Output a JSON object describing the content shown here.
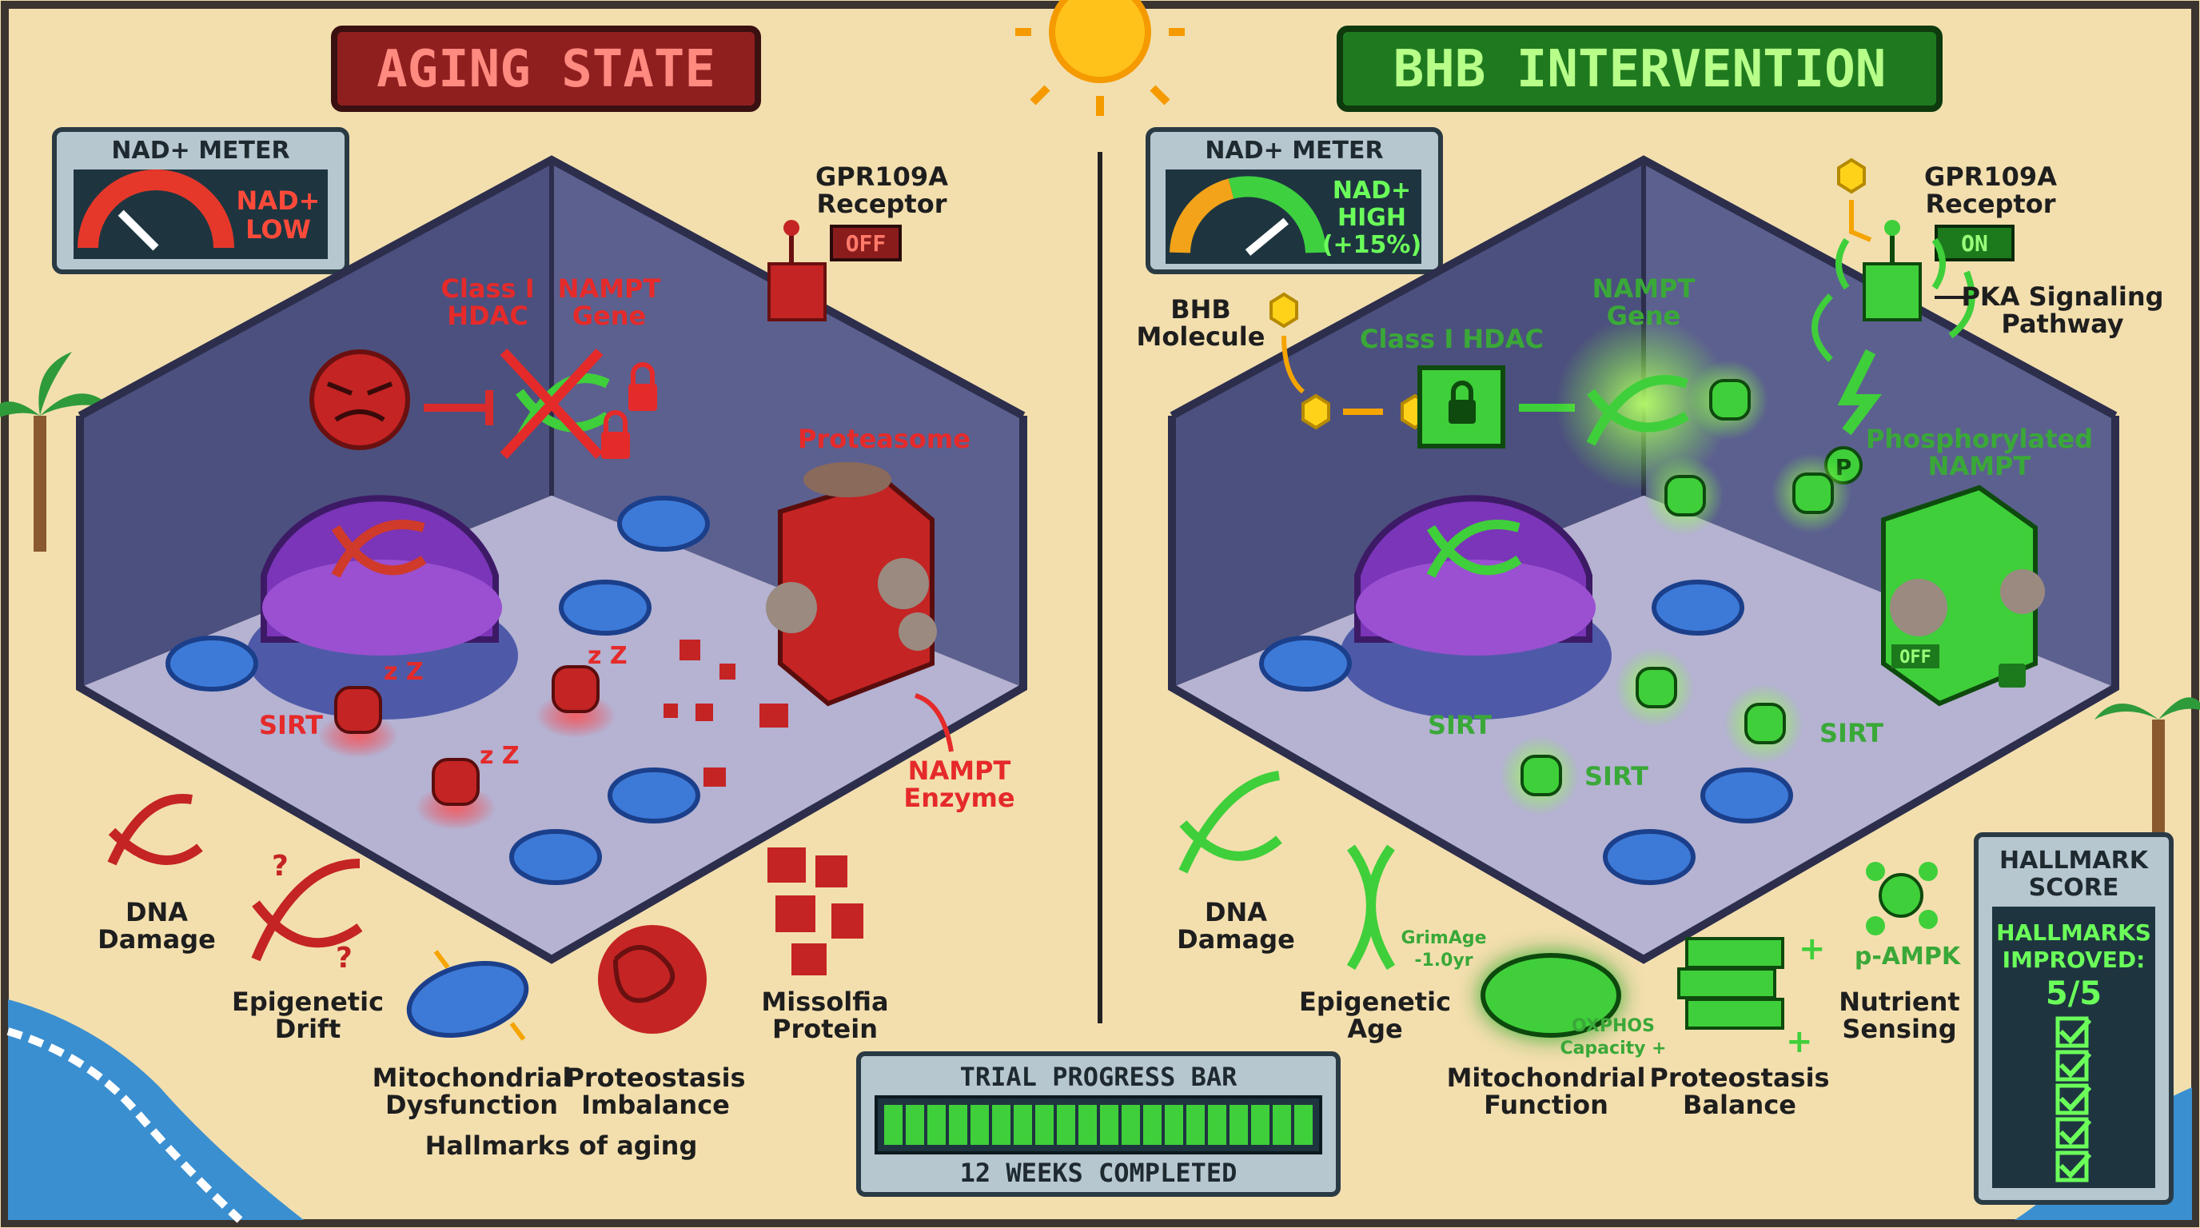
{
  "left": {
    "title": "AGING STATE",
    "nad_meter": {
      "header": "NAD+ METER",
      "reading_line1": "NAD+",
      "reading_line2": "LOW",
      "level": 0.25
    },
    "gpr109a": {
      "label_line1": "GPR109A",
      "label_line2": "Receptor",
      "status": "OFF"
    },
    "hdac_label": [
      "Class I",
      "HDAC"
    ],
    "nampt_gene_label": [
      "NAMPT",
      "Gene"
    ],
    "proteasome_label": "Proteasome",
    "nampt_enzyme_label": [
      "NAMPT",
      "Enzyme"
    ],
    "sirt_label": "SIRT",
    "hallmarks": [
      {
        "line1": "DNA",
        "line2": "Damage"
      },
      {
        "line1": "Epigenetic",
        "line2": "Drift"
      },
      {
        "line1": "Mitochondrial",
        "line2": "Dysfunction"
      },
      {
        "line1": "Proteostasis",
        "line2": "Imbalance"
      },
      {
        "line1": "Missolfia",
        "line2": "Protein"
      }
    ],
    "hallmarks_caption": "Hallmarks of aging"
  },
  "right": {
    "title": "BHB INTERVENTION",
    "nad_meter": {
      "header": "NAD+ METER",
      "reading_line1": "NAD+",
      "reading_line2": "HIGH",
      "reading_line3": "(+15%)",
      "level": 0.78
    },
    "gpr109a": {
      "label_line1": "GPR109A",
      "label_line2": "Receptor",
      "status": "ON"
    },
    "pka_label": [
      "PKA Signaling",
      "Pathway"
    ],
    "bhb_label": [
      "BHB",
      "Molecule"
    ],
    "hdac_label": "Class I HDAC",
    "nampt_gene_label": [
      "NAMPT",
      "Gene"
    ],
    "phospho_label": [
      "Phosphorylated",
      "NAMPT"
    ],
    "p_badge": "P",
    "proteasome_tag": "OFF",
    "sirt_label": "SIRT",
    "hallmarks": [
      {
        "line1": "DNA",
        "line2": "Damage"
      },
      {
        "line1": "Epigenetic",
        "line2": "Age",
        "annot1": "GrimAge",
        "annot2": "-1.0yr"
      },
      {
        "line1": "Mitochondrial",
        "line2": "Function",
        "annot1": "OXPHOS",
        "annot2": "Capacity +"
      },
      {
        "line1": "Proteostasis",
        "line2": "Balance"
      },
      {
        "line1": "Nutrient",
        "line2": "Sensing",
        "annot1": "p-AMPK"
      }
    ],
    "score": {
      "header_line1": "HALLMARK",
      "header_line2": "SCORE",
      "sub_line1": "HALLMARKS",
      "sub_line2": "IMPROVED:",
      "value": "5/5",
      "checks": 5
    }
  },
  "progress": {
    "title": "TRIAL PROGRESS BAR",
    "status": "12 WEEKS COMPLETED",
    "fraction": 1.0,
    "segments": 20
  },
  "colors": {
    "bg": "#f3dfae",
    "aging_red": "#d92b2b",
    "bhb_green": "#3fcf3a",
    "wall": "#565a8c",
    "floor": "#b6b3d0",
    "panel": "#1e3540"
  }
}
